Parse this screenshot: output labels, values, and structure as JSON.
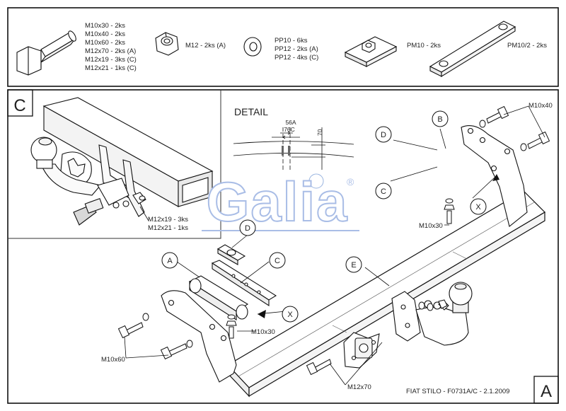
{
  "parts_table": {
    "bolts": [
      "M10x30 - 2ks",
      "M10x40 - 2ks",
      "M10x60 - 2ks",
      "M12x70 - 2ks (A)",
      "M12x19 - 3ks (C)",
      "M12x21 - 1ks (C)"
    ],
    "nut": "M12 - 2ks (A)",
    "washers": [
      "PP10 - 6ks",
      "PP12 - 2ks (A)",
      "PP12 - 4ks (C)"
    ],
    "plate_small": "PM10 - 2ks",
    "plate_long": "PM10/2 - 2ks"
  },
  "panel_c": {
    "letter": "C",
    "bolt_labels": [
      "M12x19 - 3ks",
      "M12x21 - 1ks"
    ]
  },
  "detail": {
    "title": "DETAIL",
    "dim_56a": "56A",
    "dim_76c": "76C",
    "dim_70": "70"
  },
  "logo": {
    "text": "Galia",
    "mark": "®"
  },
  "callouts": {
    "A": "A",
    "B": "B",
    "C": "C",
    "D": "D",
    "E": "E",
    "X": "X"
  },
  "bolt_callouts": {
    "m10x40": "M10x40",
    "m10x30_right": "M10x30",
    "m10x30_left": "M10x30",
    "m10x60": "M10x60",
    "m12x70": "M12x70"
  },
  "footer": {
    "title": "FIAT STILO - F0731A/C - 2.1.2009",
    "sheet": "A"
  }
}
